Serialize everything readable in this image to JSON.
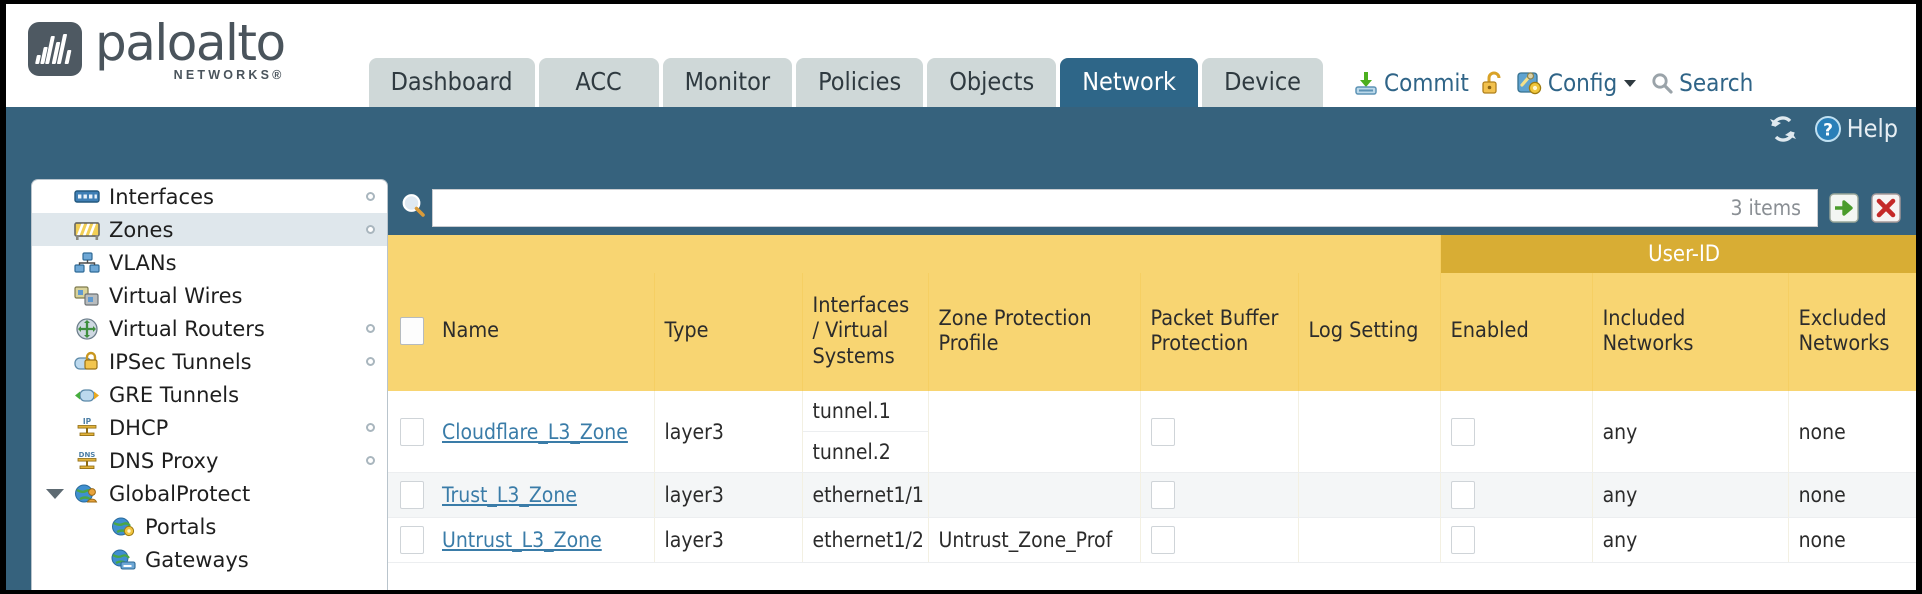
{
  "brand": {
    "name": "paloalto",
    "tagline": "NETWORKS®"
  },
  "tabs": [
    {
      "label": "Dashboard",
      "active": false
    },
    {
      "label": "ACC",
      "active": false
    },
    {
      "label": "Monitor",
      "active": false
    },
    {
      "label": "Policies",
      "active": false
    },
    {
      "label": "Objects",
      "active": false
    },
    {
      "label": "Network",
      "active": true
    },
    {
      "label": "Device",
      "active": false
    }
  ],
  "topright": {
    "commit": "Commit",
    "config": "Config",
    "search": "Search",
    "lock_icon": "unlocked-padlock-icon",
    "commit_icon": "commit-download-icon",
    "config_icon": "config-wrench-icon",
    "search_icon": "magnifier-icon",
    "caret_icon": "chevron-down-icon"
  },
  "utility": {
    "refresh_icon": "refresh-icon",
    "help": "Help",
    "help_icon": "question-circle-icon"
  },
  "sidebar": {
    "items": [
      {
        "label": "Interfaces",
        "icon": "interfaces-icon",
        "selected": false,
        "dot": true,
        "child": false,
        "caret": false
      },
      {
        "label": "Zones",
        "icon": "zones-icon",
        "selected": true,
        "dot": true,
        "child": false,
        "caret": false
      },
      {
        "label": "VLANs",
        "icon": "vlans-icon",
        "selected": false,
        "dot": false,
        "child": false,
        "caret": false
      },
      {
        "label": "Virtual Wires",
        "icon": "virtual-wires-icon",
        "selected": false,
        "dot": false,
        "child": false,
        "caret": false
      },
      {
        "label": "Virtual Routers",
        "icon": "virtual-routers-icon",
        "selected": false,
        "dot": true,
        "child": false,
        "caret": false
      },
      {
        "label": "IPSec Tunnels",
        "icon": "ipsec-tunnels-icon",
        "selected": false,
        "dot": true,
        "child": false,
        "caret": false
      },
      {
        "label": "GRE Tunnels",
        "icon": "gre-tunnels-icon",
        "selected": false,
        "dot": false,
        "child": false,
        "caret": false
      },
      {
        "label": "DHCP",
        "icon": "dhcp-icon",
        "selected": false,
        "dot": true,
        "child": false,
        "caret": false
      },
      {
        "label": "DNS Proxy",
        "icon": "dns-proxy-icon",
        "selected": false,
        "dot": true,
        "child": false,
        "caret": false
      },
      {
        "label": "GlobalProtect",
        "icon": "globalprotect-icon",
        "selected": false,
        "dot": false,
        "child": false,
        "caret": true
      },
      {
        "label": "Portals",
        "icon": "portals-icon",
        "selected": false,
        "dot": false,
        "child": true,
        "caret": false
      },
      {
        "label": "Gateways",
        "icon": "gateways-icon",
        "selected": false,
        "dot": false,
        "child": true,
        "caret": false
      }
    ]
  },
  "search": {
    "value": "",
    "placeholder": "",
    "items_count": "3 items",
    "apply_icon": "green-arrow-apply-icon",
    "clear_icon": "red-x-clear-icon",
    "left_icon": "magnifier-icon"
  },
  "table": {
    "group_header": {
      "userid": "User-ID"
    },
    "columns": [
      "Name",
      "Type",
      "Interfaces / Virtual Systems",
      "Zone Protection Profile",
      "Packet Buffer Protection",
      "Log Setting",
      "Enabled",
      "Included Networks",
      "Excluded Networks"
    ],
    "rows": [
      {
        "name": "Cloudflare_L3_Zone",
        "type": "layer3",
        "interfaces": [
          "tunnel.1",
          "tunnel.2"
        ],
        "zone_protection_profile": "",
        "packet_buffer_protection": false,
        "log_setting": "",
        "userid_enabled": false,
        "included_networks": "any",
        "excluded_networks": "none",
        "selected": false
      },
      {
        "name": "Trust_L3_Zone",
        "type": "layer3",
        "interfaces": [
          "ethernet1/1"
        ],
        "zone_protection_profile": "",
        "packet_buffer_protection": false,
        "log_setting": "",
        "userid_enabled": false,
        "included_networks": "any",
        "excluded_networks": "none",
        "selected": false
      },
      {
        "name": "Untrust_L3_Zone",
        "type": "layer3",
        "interfaces": [
          "ethernet1/2"
        ],
        "zone_protection_profile": "Untrust_Zone_Prof",
        "packet_buffer_protection": false,
        "log_setting": "",
        "userid_enabled": false,
        "included_networks": "any",
        "excluded_networks": "none",
        "selected": false
      }
    ]
  },
  "colors": {
    "header_gold": "#F8D572",
    "userid_gold": "#D8AD34",
    "chrome_blue": "#36627D",
    "active_tab": "#2E6688",
    "tab_grey": "#CFD8D8",
    "link_blue": "#3A7CA8"
  }
}
